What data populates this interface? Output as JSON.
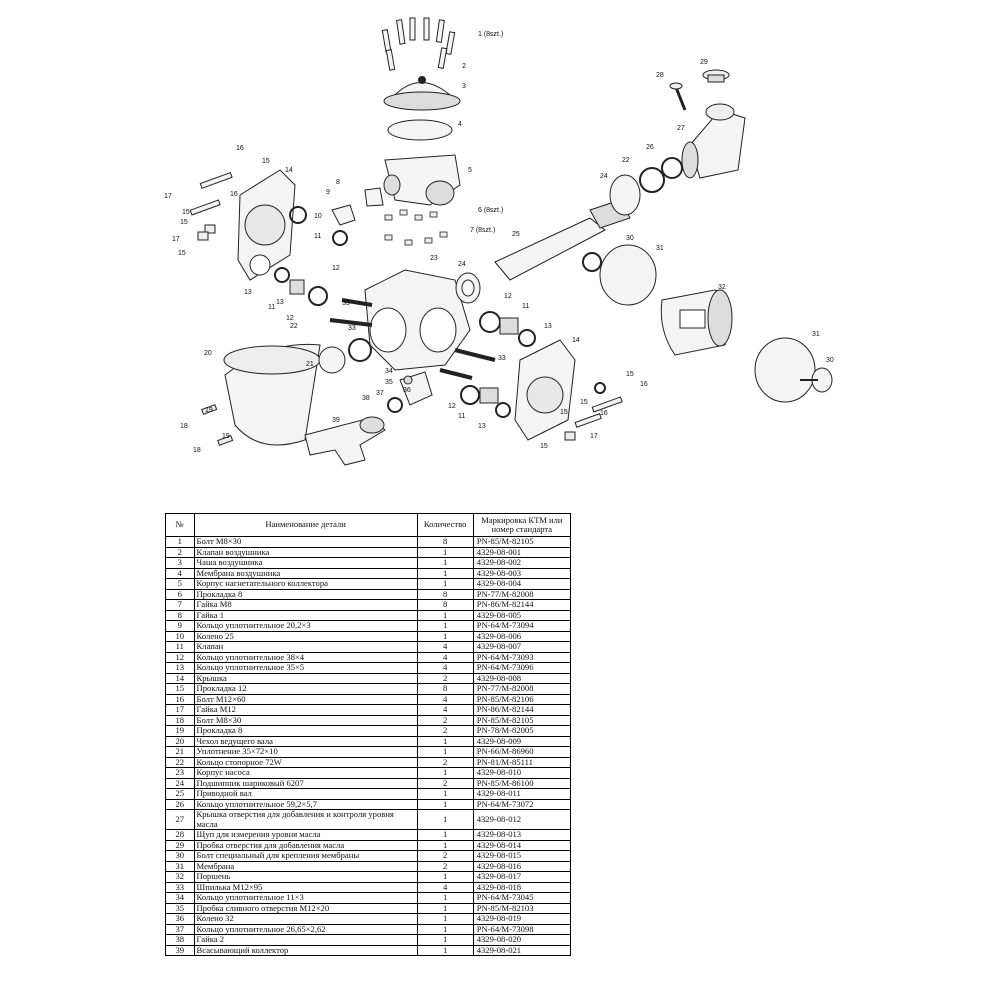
{
  "diagram": {
    "callouts": [
      {
        "label": "1 (8szt.)"
      },
      {
        "label": "2"
      },
      {
        "label": "3"
      },
      {
        "label": "4"
      },
      {
        "label": "5"
      },
      {
        "label": "6 (8szt.)"
      },
      {
        "label": "7 (8szt.)"
      },
      {
        "label": "8"
      },
      {
        "label": "9"
      },
      {
        "label": "10"
      },
      {
        "label": "11"
      },
      {
        "label": "12"
      },
      {
        "label": "13"
      },
      {
        "label": "14"
      },
      {
        "label": "15"
      },
      {
        "label": "16"
      },
      {
        "label": "17"
      },
      {
        "label": "15"
      },
      {
        "label": "16"
      },
      {
        "label": "15"
      },
      {
        "label": "17"
      },
      {
        "label": "15"
      },
      {
        "label": "13"
      },
      {
        "label": "11"
      },
      {
        "label": "12"
      },
      {
        "label": "33"
      },
      {
        "label": "23"
      },
      {
        "label": "24"
      },
      {
        "label": "25"
      },
      {
        "label": "22"
      },
      {
        "label": "21"
      },
      {
        "label": "20"
      },
      {
        "label": "19"
      },
      {
        "label": "18"
      },
      {
        "label": "19"
      },
      {
        "label": "18"
      },
      {
        "label": "34"
      },
      {
        "label": "35"
      },
      {
        "label": "36"
      },
      {
        "label": "37"
      },
      {
        "label": "38"
      },
      {
        "label": "39"
      },
      {
        "label": "33"
      },
      {
        "label": "33"
      },
      {
        "label": "12"
      },
      {
        "label": "11"
      },
      {
        "label": "13"
      },
      {
        "label": "14"
      },
      {
        "label": "15"
      },
      {
        "label": "16"
      },
      {
        "label": "15"
      },
      {
        "label": "16"
      },
      {
        "label": "15"
      },
      {
        "label": "17"
      },
      {
        "label": "15"
      },
      {
        "label": "12"
      },
      {
        "label": "11"
      },
      {
        "label": "13"
      },
      {
        "label": "30"
      },
      {
        "label": "31"
      },
      {
        "label": "32"
      },
      {
        "label": "31"
      },
      {
        "label": "30"
      },
      {
        "label": "24"
      },
      {
        "label": "22"
      },
      {
        "label": "26"
      },
      {
        "label": "27"
      },
      {
        "label": "28"
      },
      {
        "label": "29"
      }
    ]
  },
  "table": {
    "headers": {
      "no": "№",
      "name": "Наименование детали",
      "qty": "Количество",
      "code": "Маркировка КТМ или номер стандарта"
    },
    "rows": [
      {
        "no": "1",
        "name": "Болт M8×30",
        "qty": "8",
        "code": "PN-85/M-82105"
      },
      {
        "no": "2",
        "name": "Клапан воздушника",
        "qty": "1",
        "code": "4329-08-001"
      },
      {
        "no": "3",
        "name": "Чаша воздушника",
        "qty": "1",
        "code": "4329-08-002"
      },
      {
        "no": "4",
        "name": "Мембрана воздушника",
        "qty": "1",
        "code": "4329-08-003"
      },
      {
        "no": "5",
        "name": "Корпус нагнетательного коллектора",
        "qty": "1",
        "code": "4329-08-004"
      },
      {
        "no": "6",
        "name": "Прокладка 8",
        "qty": "8",
        "code": "PN-77/M-82008"
      },
      {
        "no": "7",
        "name": "Гайка M8",
        "qty": "8",
        "code": "PN-86/M-82144"
      },
      {
        "no": "8",
        "name": "Гайка 1",
        "qty": "1",
        "code": "4329-08-005"
      },
      {
        "no": "9",
        "name": "Кольцо уплотнительное 20,2×3",
        "qty": "1",
        "code": "PN-64/M-73094"
      },
      {
        "no": "10",
        "name": "Колено 25",
        "qty": "1",
        "code": "4329-08-006"
      },
      {
        "no": "11",
        "name": "Клапан",
        "qty": "4",
        "code": "4329-08-007"
      },
      {
        "no": "12",
        "name": "Кольцо уплотнительное 38×4",
        "qty": "4",
        "code": "PN-64/M-73093"
      },
      {
        "no": "13",
        "name": "Кольцо уплотнительное 35×5",
        "qty": "4",
        "code": "PN-64/M-73096"
      },
      {
        "no": "14",
        "name": "Крышка",
        "qty": "2",
        "code": "4329-08-008"
      },
      {
        "no": "15",
        "name": "Прокладка 12",
        "qty": "8",
        "code": "PN-77/M-82008"
      },
      {
        "no": "16",
        "name": "Болт M12×60",
        "qty": "4",
        "code": "PN-85/M-82106"
      },
      {
        "no": "17",
        "name": "Гайка M12",
        "qty": "4",
        "code": "PN-86/M-82144"
      },
      {
        "no": "18",
        "name": "Болт M8×30",
        "qty": "2",
        "code": "PN-85/M-82105"
      },
      {
        "no": "19",
        "name": "Прокладка 8",
        "qty": "2",
        "code": "PN-78/M-82005"
      },
      {
        "no": "20",
        "name": "Чехол ведущего вала",
        "qty": "1",
        "code": "4329-08-009"
      },
      {
        "no": "21",
        "name": "Уплотнение 35×72×10",
        "qty": "1",
        "code": "PN-66/M-86960"
      },
      {
        "no": "22",
        "name": "Кольцо стопорное 72W",
        "qty": "2",
        "code": "PN-81/M-85111"
      },
      {
        "no": "23",
        "name": "Корпус насоса",
        "qty": "1",
        "code": "4329-08-010"
      },
      {
        "no": "24",
        "name": "Подшипник шариковый 6207",
        "qty": "2",
        "code": "PN-85/M-86100"
      },
      {
        "no": "25",
        "name": "Приводной вал",
        "qty": "1",
        "code": "4329-08-011"
      },
      {
        "no": "26",
        "name": "Кольцо уплотнительное 59,2×5,7",
        "qty": "1",
        "code": "PN-64/M-73072"
      },
      {
        "no": "27",
        "name": "Крышка отверстия для добавления и контроля уровня масла",
        "qty": "1",
        "code": "4329-08-012"
      },
      {
        "no": "28",
        "name": "Щуп для измерения уровня масла",
        "qty": "1",
        "code": "4329-08-013"
      },
      {
        "no": "29",
        "name": "Пробка отверстия для добавления масла",
        "qty": "1",
        "code": "4329-08-014"
      },
      {
        "no": "30",
        "name": "Болт специальный для крепления мембраны",
        "qty": "2",
        "code": "4329-08-015"
      },
      {
        "no": "31",
        "name": "Мембрана",
        "qty": "2",
        "code": "4329-08-016"
      },
      {
        "no": "32",
        "name": "Поршень",
        "qty": "1",
        "code": "4329-08-017"
      },
      {
        "no": "33",
        "name": "Шпилька M12×95",
        "qty": "4",
        "code": "4329-08-018"
      },
      {
        "no": "34",
        "name": "Кольцо уплотнительное 11×3",
        "qty": "1",
        "code": "PN-64/M-73045"
      },
      {
        "no": "35",
        "name": "Пробка сливного отверстия M12×20",
        "qty": "1",
        "code": "PN-85/M-82103"
      },
      {
        "no": "36",
        "name": "Колено 32",
        "qty": "1",
        "code": "4329-08-019"
      },
      {
        "no": "37",
        "name": "Кольцо уплотнительное 26,65×2,62",
        "qty": "1",
        "code": "PN-64/M-73098"
      },
      {
        "no": "38",
        "name": "Гайка 2",
        "qty": "1",
        "code": "4329-08-020"
      },
      {
        "no": "39",
        "name": "Всасывающий коллектор",
        "qty": "1",
        "code": "4329-08-021"
      }
    ]
  }
}
